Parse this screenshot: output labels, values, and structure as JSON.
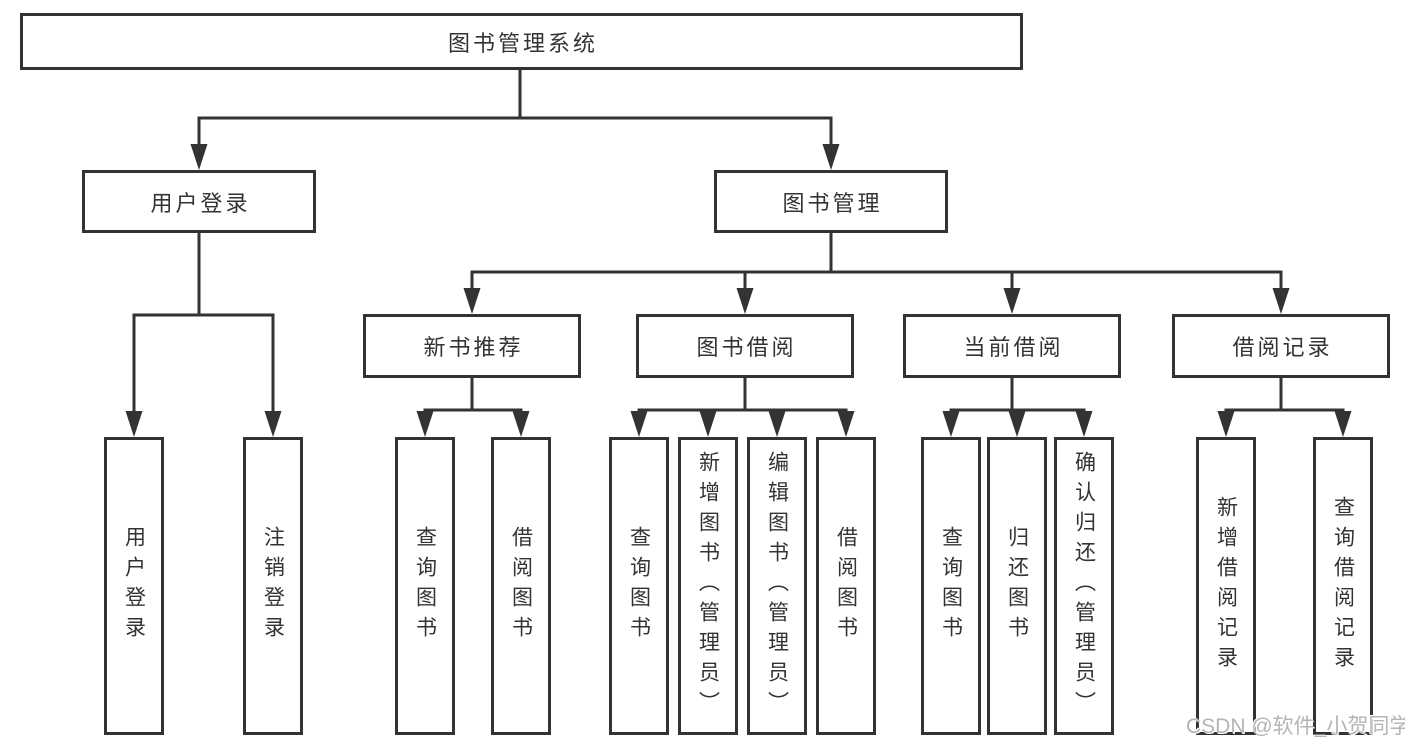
{
  "diagram": {
    "root": {
      "label": "图书管理系统"
    },
    "level2": [
      {
        "label": "用户登录"
      },
      {
        "label": "图书管理"
      }
    ],
    "level3": [
      {
        "label": "新书推荐"
      },
      {
        "label": "图书借阅"
      },
      {
        "label": "当前借阅"
      },
      {
        "label": "借阅记录"
      }
    ],
    "leaves": [
      {
        "label": "用户登录"
      },
      {
        "label": "注销登录"
      },
      {
        "label": "查询图书"
      },
      {
        "label": "借阅图书"
      },
      {
        "label": "查询图书"
      },
      {
        "label": "新增图书（管理员）"
      },
      {
        "label": "编辑图书（管理员）"
      },
      {
        "label": "借阅图书"
      },
      {
        "label": "查询图书"
      },
      {
        "label": "归还图书"
      },
      {
        "label": "确认归还（管理员）"
      },
      {
        "label": "新增借阅记录"
      },
      {
        "label": "查询借阅记录"
      }
    ]
  },
  "watermark": {
    "text": "CSDN @软件_小贺同学"
  },
  "colors": {
    "line": "#333333",
    "box_border": "#333333",
    "text": "#333333",
    "watermark": "#b5b5b5",
    "background": "#ffffff"
  }
}
